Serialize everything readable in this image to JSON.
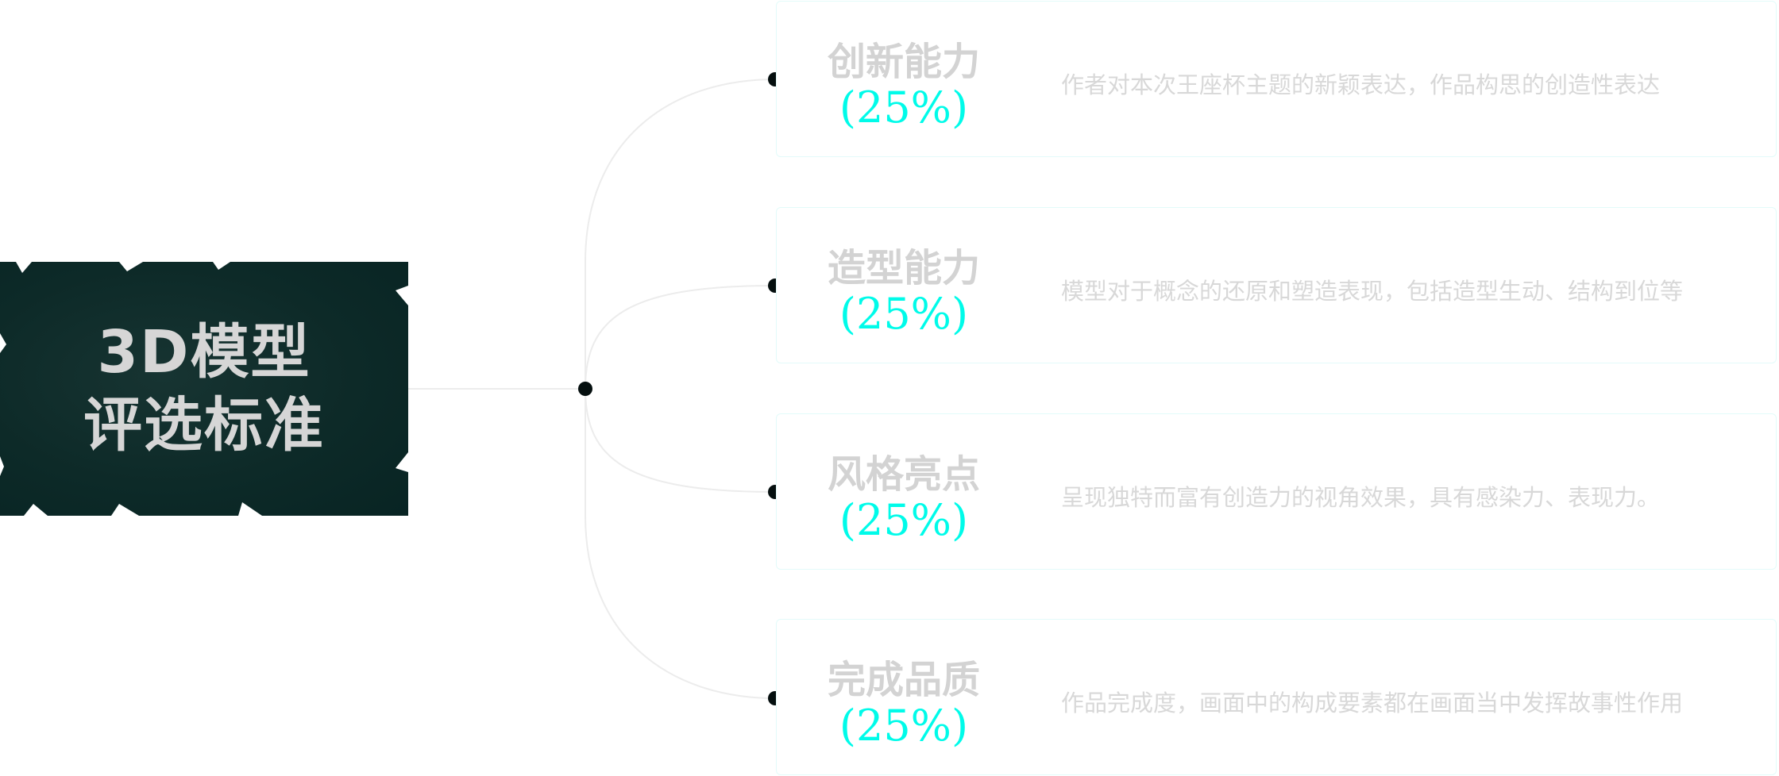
{
  "root": {
    "line1": "3D模型",
    "line2": "评选标准"
  },
  "criteria": [
    {
      "name": "创新能力",
      "weight": "(25%)",
      "description": "作者对本次王座杯主题的新颖表达，作品构思的创造性表达"
    },
    {
      "name": "造型能力",
      "weight": "(25%)",
      "description": "模型对于概念的还原和塑造表现，包括造型生动、结构到位等"
    },
    {
      "name": "风格亮点",
      "weight": "(25%)",
      "description": "呈现独特而富有创造力的视角效果，具有感染力、表现力。"
    },
    {
      "name": "完成品质",
      "weight": "(25%)",
      "description": "作品完成度，画面中的构成要素都在画面当中发挥故事性作用"
    }
  ],
  "colors": {
    "accent": "#00fbe9",
    "root_bg": "#0d2a28",
    "text_muted": "#d3d3d3"
  }
}
